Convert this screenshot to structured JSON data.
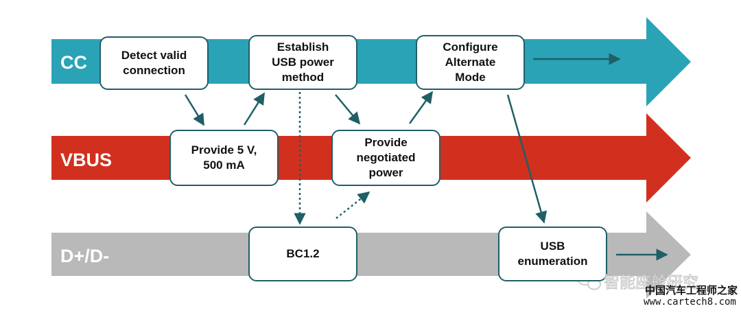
{
  "lanes": [
    {
      "label": "CC",
      "color": "#2aa3b6"
    },
    {
      "label": "VBUS",
      "color": "#d2301e"
    },
    {
      "label": "D+/D-",
      "color": "#b9b9b9"
    }
  ],
  "steps": {
    "detect": "Detect valid\nconnection",
    "establish": "Establish\nUSB power\nmethod",
    "configure": "Configure\nAlternate\nMode",
    "provide5v": "Provide 5 V,\n500 mA",
    "negotiated": "Provide\nnegotiated\npower",
    "bc12": "BC1.2",
    "enumeration": "USB\nenumeration"
  },
  "watermark": {
    "channel": "智能座舱研究",
    "site_cn": "中国汽车工程师之家",
    "site_url": "www.cartech8.com"
  },
  "colors": {
    "box_border": "#1f5f66",
    "arrow": "#1f5f66"
  }
}
